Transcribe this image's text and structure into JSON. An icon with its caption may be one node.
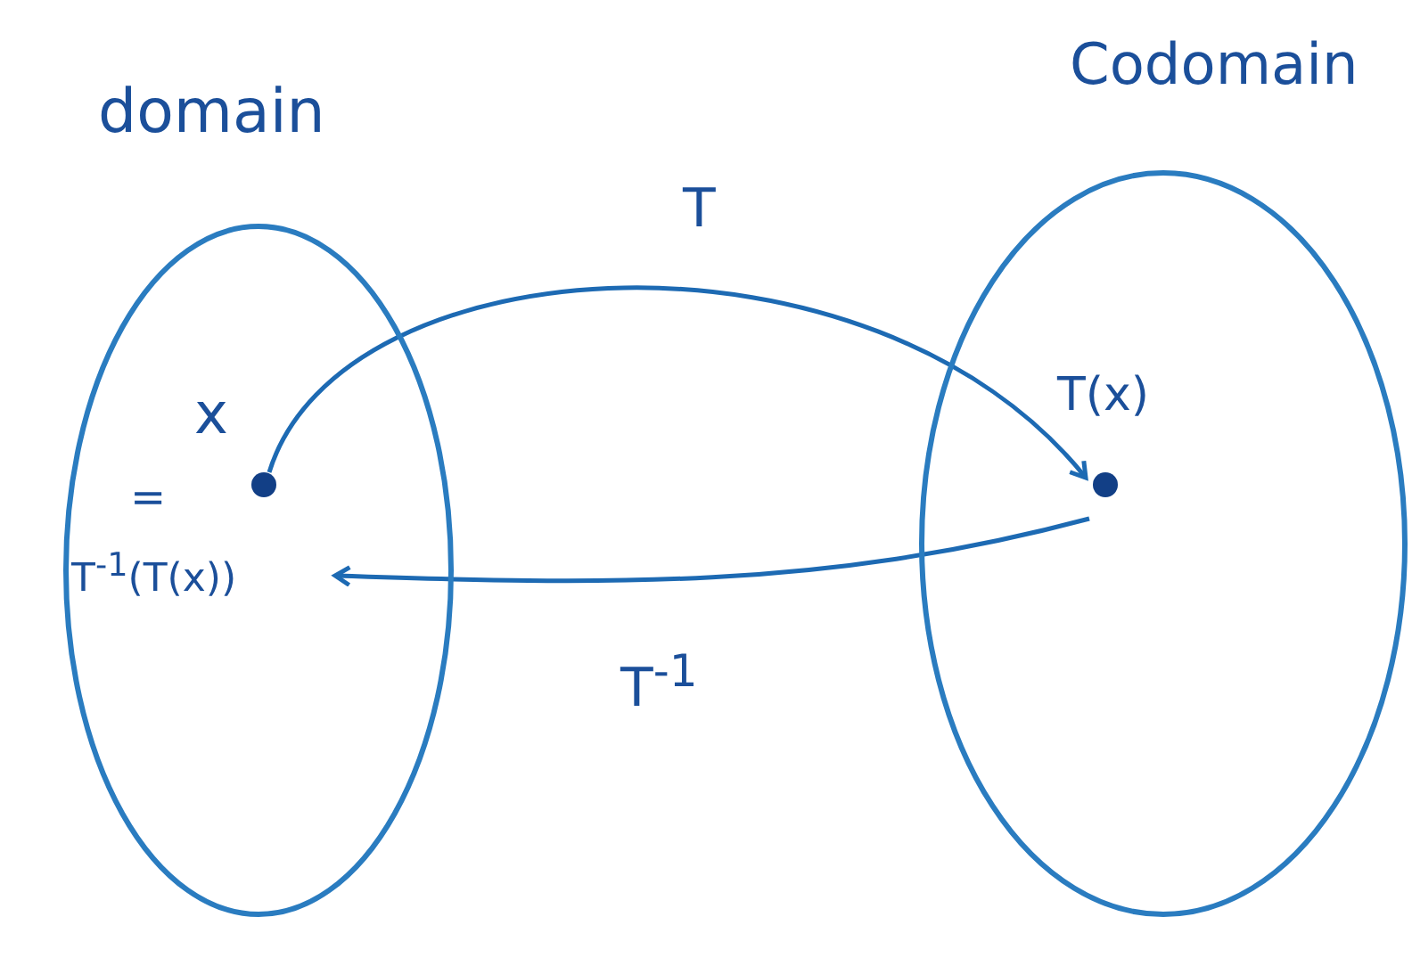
{
  "diagram": {
    "nodes": [
      {
        "text": [
          "domain"
        ]
      },
      {
        "text": [
          "Codomain"
        ]
      },
      {
        "text": [],
        "shape": "circle",
        "in": 0,
        "beside": [
          "x",
          "="
        ]
      },
      {
        "text": [],
        "shape": "circle",
        "in": 1,
        "beside": [
          "T(x)"
        ]
      },
      {
        "text": [
          "T$^{-1}$(T(x))"
        ],
        "in": 0
      }
    ],
    "edges": [
      {
        "from": 2,
        "to": 3,
        "arrow": "to",
        "label": "T"
      },
      {
        "from": 3,
        "to": 4,
        "arrow": "to",
        "label": "T$^{-1}$"
      }
    ]
  }
}
